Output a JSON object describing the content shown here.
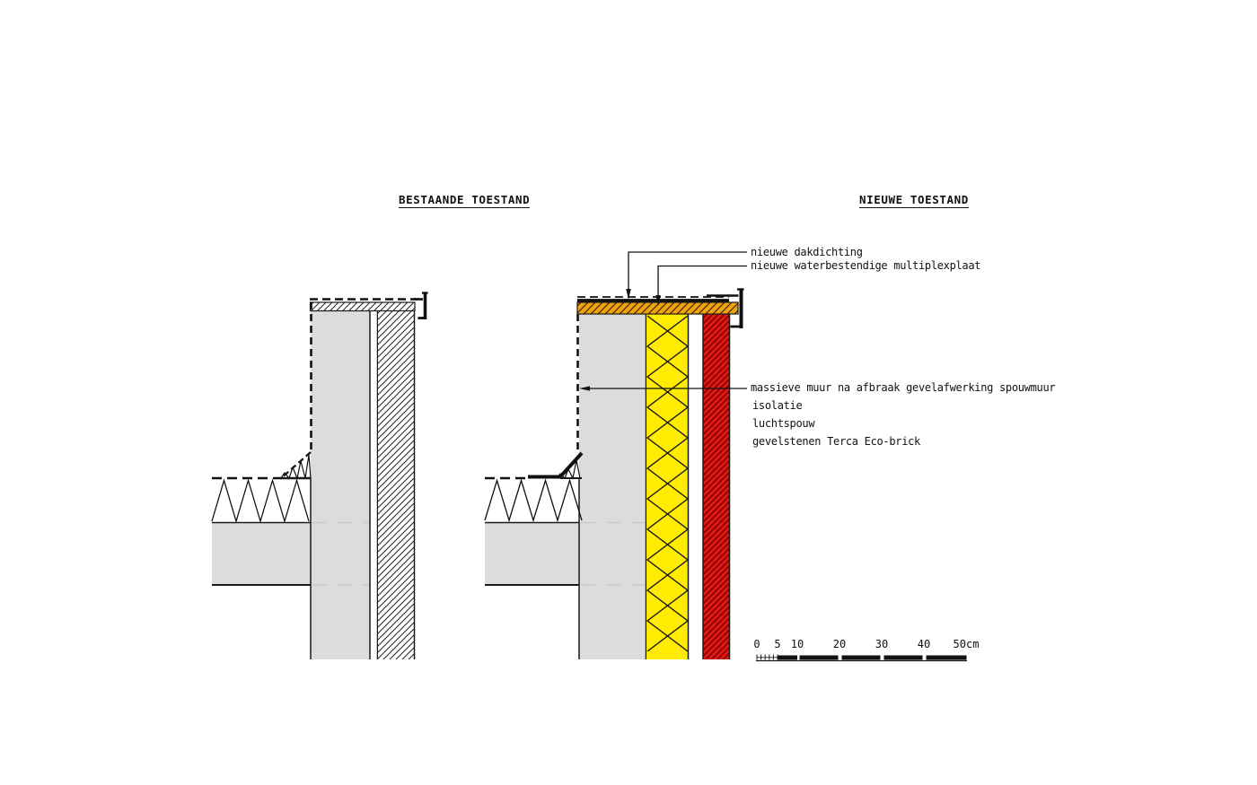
{
  "titles": {
    "left": "BESTAANDE TOESTAND",
    "right": "NIEUWE TOESTAND"
  },
  "annotations": {
    "dakdichting": "nieuwe dakdichting",
    "multiplexplaat": "nieuwe waterbestendige multiplexplaat",
    "massieve_muur": "massieve muur na afbraak gevelafwerking spouwmuur",
    "isolatie": "isolatie",
    "luchtspouw": "luchtspouw",
    "gevelstenen": "gevelstenen Terca Eco-brick"
  },
  "scale_bar": {
    "labels": [
      "0",
      "5",
      "10",
      "20",
      "30",
      "40",
      "50cm"
    ],
    "unit": "cm"
  },
  "colors": {
    "wall_gray": "#dcdcdc",
    "slab_gray": "#dcdcdc",
    "insulation_yellow": "#ffec00",
    "brick_red": "#e31b17",
    "multiplex_orange": "#f1a30e",
    "line": "#1a1a1a",
    "hidden_line_gray": "#c9c9c9",
    "background": "#ffffff"
  }
}
